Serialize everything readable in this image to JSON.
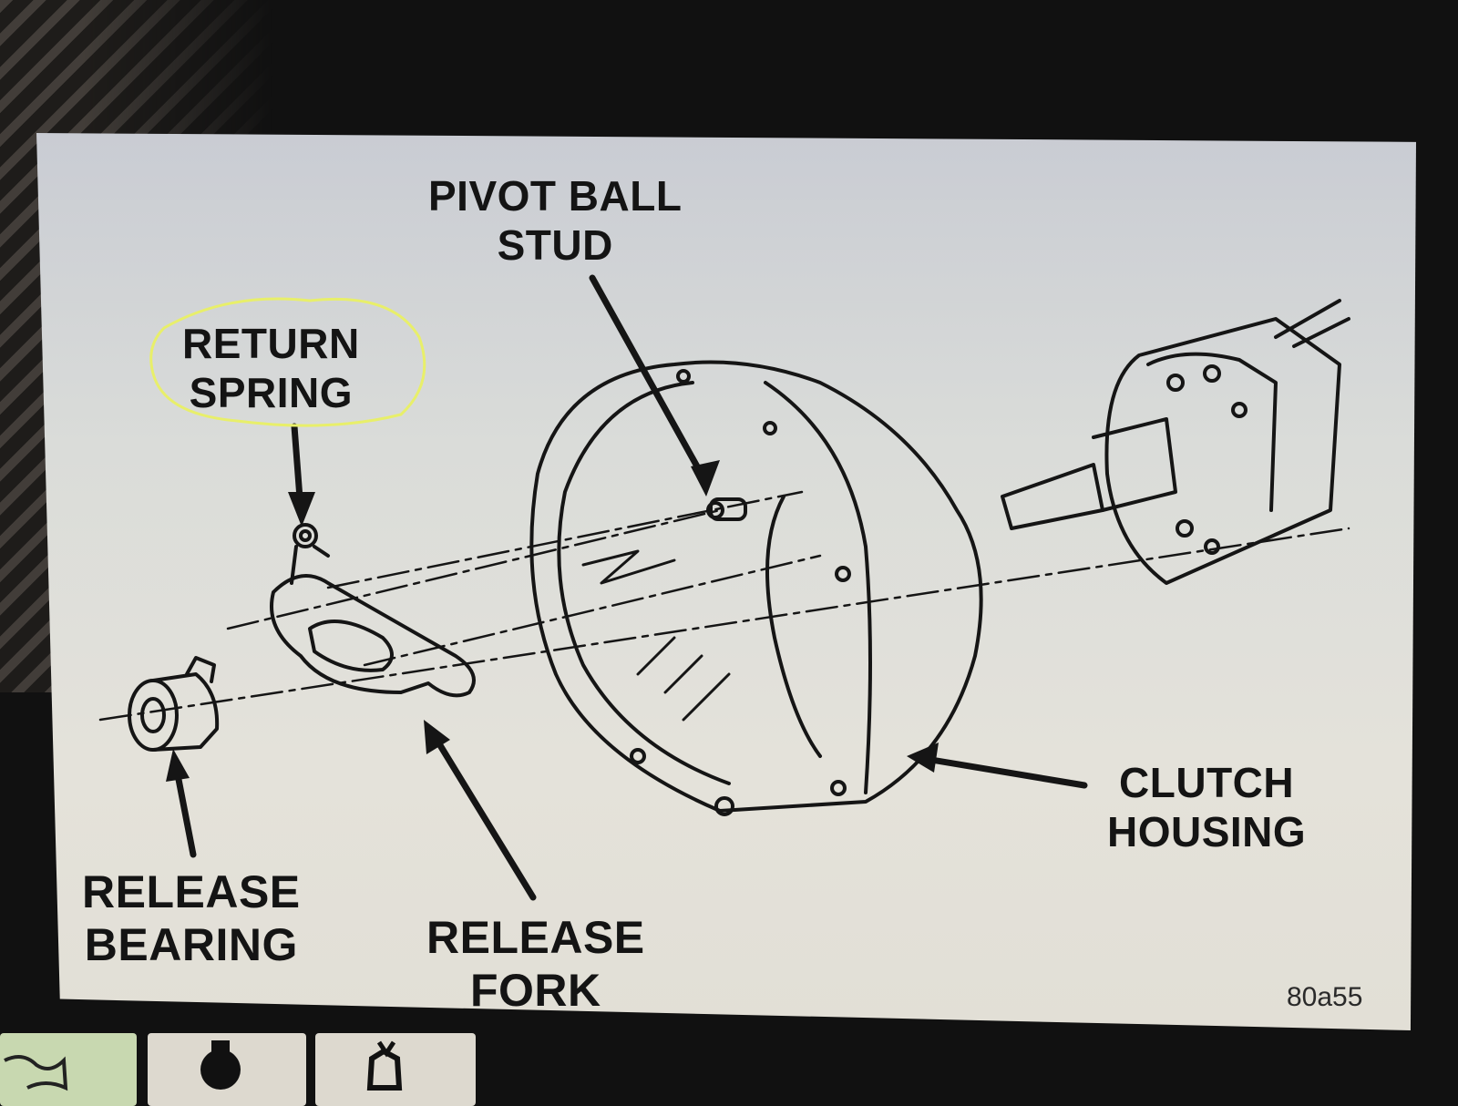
{
  "diagram": {
    "labels": {
      "pivot_ball_stud": [
        "PIVOT BALL",
        "STUD"
      ],
      "return_spring": [
        "RETURN",
        "SPRING"
      ],
      "clutch_housing": [
        "CLUTCH",
        "HOUSING"
      ],
      "release_bearing": [
        "RELEASE",
        "BEARING"
      ],
      "release_fork": [
        "RELEASE",
        "FORK"
      ]
    },
    "figure_code": "80a55",
    "highlight_color": "#e8ef6a"
  },
  "thumbnails": [
    {
      "icon": "wire-icon"
    },
    {
      "icon": "part-icon"
    },
    {
      "icon": "assembly-icon"
    }
  ]
}
